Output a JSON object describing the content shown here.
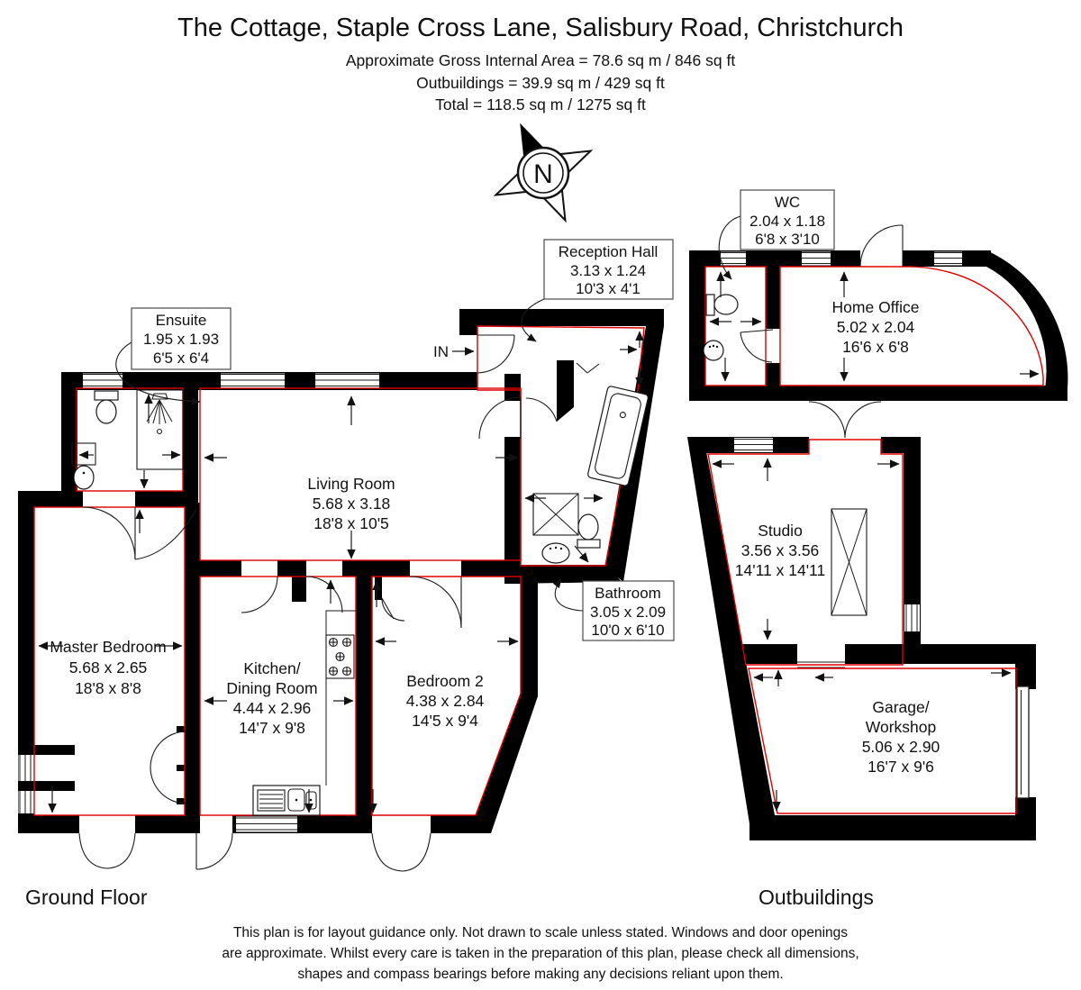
{
  "header": {
    "title": "The Cottage, Staple Cross Lane, Salisbury Road, Christchurch",
    "area_line1": "Approximate Gross Internal Area = 78.6 sq m / 846 sq ft",
    "area_line2": "Outbuildings = 39.9 sq m / 429 sq ft",
    "area_line3": "Total = 118.5 sq m / 1275 sq ft"
  },
  "compass": {
    "north_label": "N"
  },
  "entrance": {
    "label": "IN"
  },
  "sections": {
    "ground_floor": "Ground Floor",
    "outbuildings": "Outbuildings"
  },
  "rooms": {
    "ensuite": {
      "name": "Ensuite",
      "metric": "1.95 x 1.93",
      "imperial": "6'5 x 6'4"
    },
    "reception": {
      "name": "Reception Hall",
      "metric": "3.13 x 1.24",
      "imperial": "10'3 x 4'1"
    },
    "living": {
      "name": "Living Room",
      "metric": "5.68 x 3.18",
      "imperial": "18'8 x 10'5"
    },
    "master": {
      "name": "Master Bedroom",
      "metric": "5.68 x 2.65",
      "imperial": "18'8 x 8'8"
    },
    "kitchen": {
      "name1": "Kitchen/",
      "name2": "Dining Room",
      "metric": "4.44 x 2.96",
      "imperial": "14'7 x 9'8"
    },
    "bedroom2": {
      "name": "Bedroom 2",
      "metric": "4.38 x 2.84",
      "imperial": "14'5 x 9'4"
    },
    "bathroom": {
      "name": "Bathroom",
      "metric": "3.05 x 2.09",
      "imperial": "10'0 x 6'10"
    },
    "wc": {
      "name": "WC",
      "metric": "2.04 x 1.18",
      "imperial": "6'8 x 3'10"
    },
    "office": {
      "name": "Home Office",
      "metric": "5.02 x 2.04",
      "imperial": "16'6 x 6'8"
    },
    "studio": {
      "name": "Studio",
      "metric": "3.56 x 3.56",
      "imperial": "14'11 x 14'11"
    },
    "garage": {
      "name1": "Garage/",
      "name2": "Workshop",
      "metric": "5.06 x 2.90",
      "imperial": "16'7 x 9'6"
    }
  },
  "footer": {
    "line1": "This plan is for layout guidance only. Not drawn to scale unless stated. Windows and door openings",
    "line2": "are approximate. Whilst every care is taken in the preparation of this plan, please check all dimensions,",
    "line3": "shapes and compass bearings before making any decisions reliant upon them."
  },
  "colors": {
    "wall": "#000000",
    "room_outline": "#e10000",
    "background": "#ffffff"
  }
}
